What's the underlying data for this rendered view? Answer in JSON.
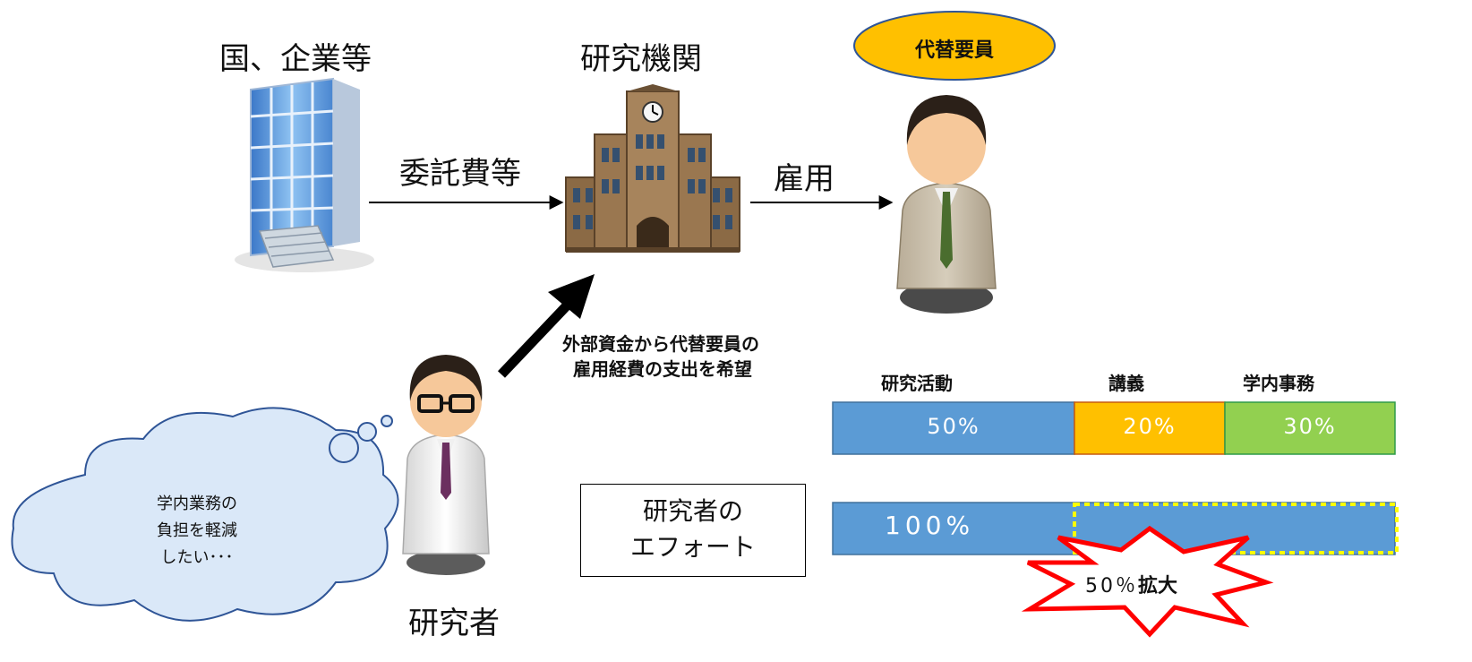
{
  "diagram": {
    "funder": {
      "label": "国、企業等"
    },
    "institution": {
      "label": "研究機関"
    },
    "substitute": {
      "label": "代替要員"
    },
    "arrow_funding": {
      "label": "委託費等"
    },
    "arrow_employ": {
      "label": "雇用"
    },
    "researcher": {
      "label": "研究者"
    },
    "request_text": {
      "line1": "外部資金から代替要員の",
      "line2": "雇用経費の支出を希望"
    },
    "thought": {
      "line1": "学内業務の",
      "line2": "負担を軽減",
      "line3": "したい･･･"
    },
    "effort": {
      "box_line1": "研究者の",
      "box_line2": "エフォート",
      "headers": {
        "research": "研究活動",
        "lecture": "講義",
        "admin": "学内事務"
      },
      "before": {
        "research": "50%",
        "lecture": "20%",
        "admin": "30%"
      },
      "after": {
        "research": "100%"
      },
      "burst": {
        "number": "50％",
        "word": "拡大"
      }
    },
    "colors": {
      "blue": "#5b9bd5",
      "orange": "#ffc000",
      "green": "#92d050",
      "burst_red": "#ff0000",
      "dotted_yellow": "#ffff00",
      "thought_fill": "#dae8f8",
      "thought_stroke": "#2f5597",
      "ellipse_fill": "#ffc000"
    }
  }
}
